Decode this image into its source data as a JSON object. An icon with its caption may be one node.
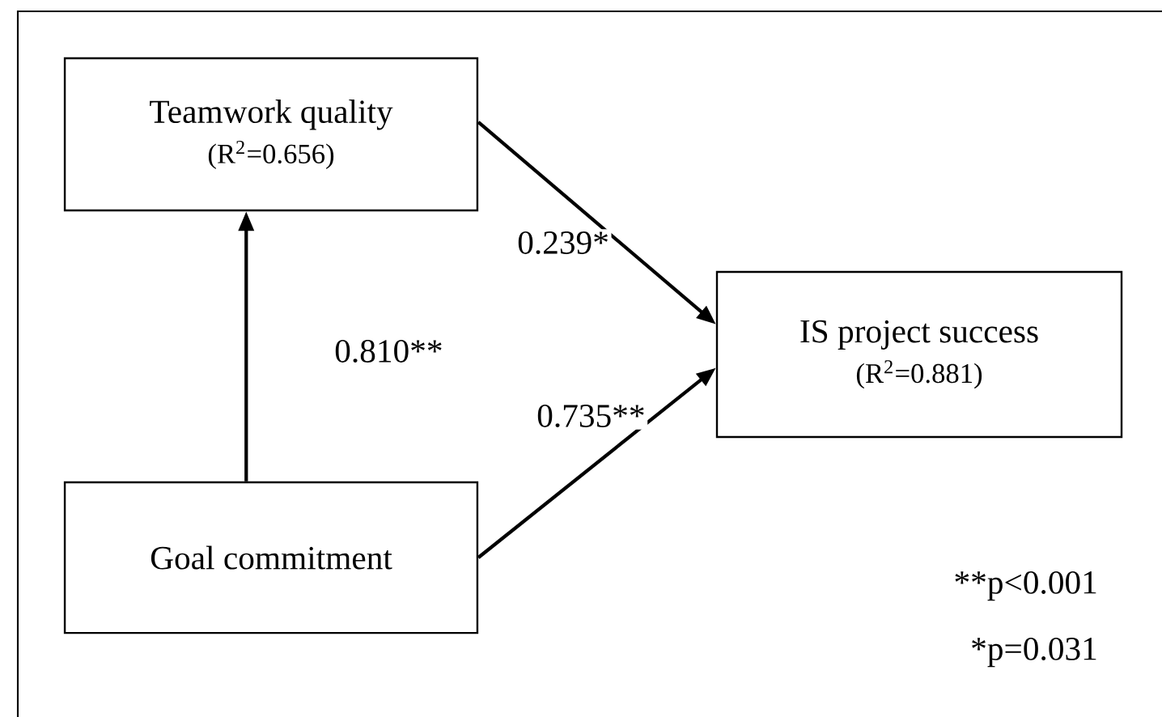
{
  "diagram": {
    "nodes": [
      {
        "text": [
          "Teamwork quality",
          "(R$^{2}$=0.656)"
        ]
      },
      {
        "text": [
          "IS project success",
          "(R$^{2}$=0.881)"
        ]
      },
      {
        "text": [
          "Goal commitment"
        ]
      }
    ],
    "edges": [
      {
        "from": 0,
        "to": 1,
        "arrow": "to",
        "label": "0.239*"
      },
      {
        "from": 2,
        "to": 0,
        "arrow": "to",
        "label": "0.810**"
      },
      {
        "from": 2,
        "to": 1,
        "arrow": "to",
        "label": "0.735**"
      }
    ],
    "labels": [
      "**p<0.001",
      "*p=0.031"
    ]
  }
}
